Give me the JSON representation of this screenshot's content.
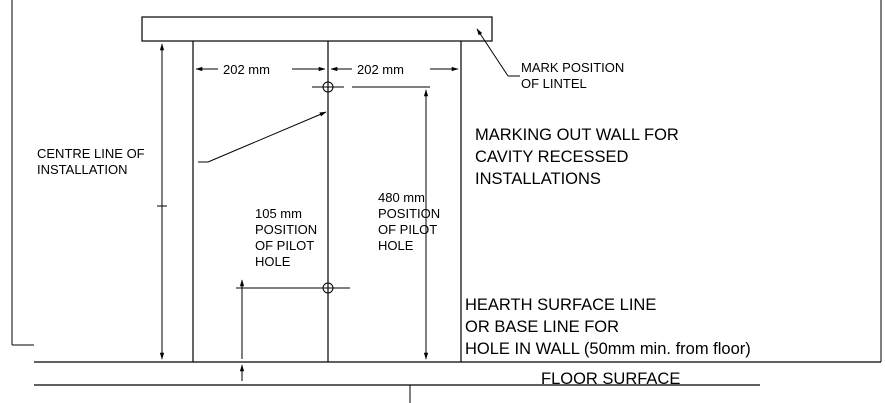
{
  "dimensions": {
    "left_width": "202 mm",
    "right_width": "202 mm",
    "left_hole_height": [
      "105 mm",
      "POSITION",
      "OF PILOT",
      "HOLE"
    ],
    "right_hole_height": [
      "480 mm",
      "POSITION",
      "OF PILOT",
      "HOLE"
    ]
  },
  "callouts": {
    "lintel": [
      "MARK POSITION",
      "OF LINTEL"
    ],
    "centre_line": [
      "CENTRE LINE OF",
      "INSTALLATION"
    ]
  },
  "notes": {
    "title": [
      "MARKING OUT WALL FOR",
      "CAVITY RECESSED",
      "INSTALLATIONS"
    ],
    "hearth": [
      "HEARTH SURFACE LINE",
      "OR BASE LINE FOR",
      "HOLE IN WALL (50mm min. from floor)"
    ],
    "floor": "FLOOR SURFACE"
  }
}
